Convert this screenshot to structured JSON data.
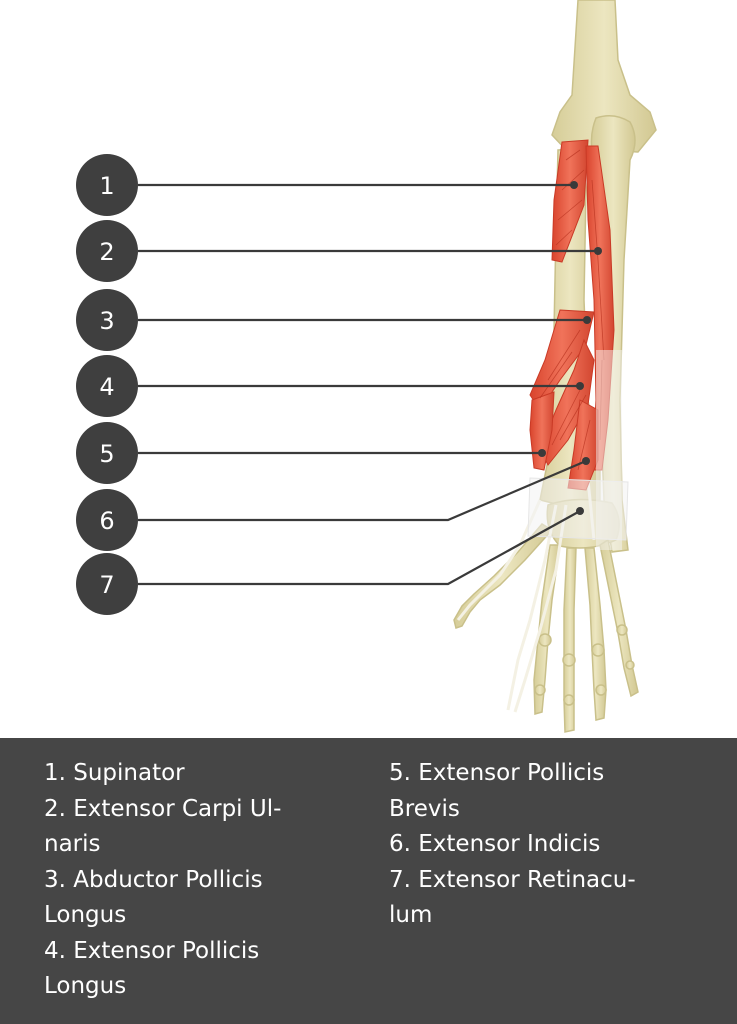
{
  "markers": [
    {
      "number": "1"
    },
    {
      "number": "2"
    },
    {
      "number": "3"
    },
    {
      "number": "4"
    },
    {
      "number": "5"
    },
    {
      "number": "6"
    },
    {
      "number": "7"
    }
  ],
  "legend": {
    "left": [
      "1. Supinator",
      "2. Extensor Carpi Ul-\nnaris",
      "3. Abductor Pollicis\nLongus",
      "4. Extensor Pollicis\nLongus"
    ],
    "right": [
      "5. Extensor Pollicis\nBrevis",
      "6. Extensor Indicis",
      "7. Extensor Retinacu-\nlum"
    ]
  },
  "colors": {
    "bone": "#e0d9a8",
    "bone_outline": "#c9c08a",
    "muscle": "#e8573f",
    "muscle_dark": "#c93a26",
    "marker": "#3f3f3f",
    "legend_bg": "#464646",
    "legend_text": "#ffffff"
  }
}
